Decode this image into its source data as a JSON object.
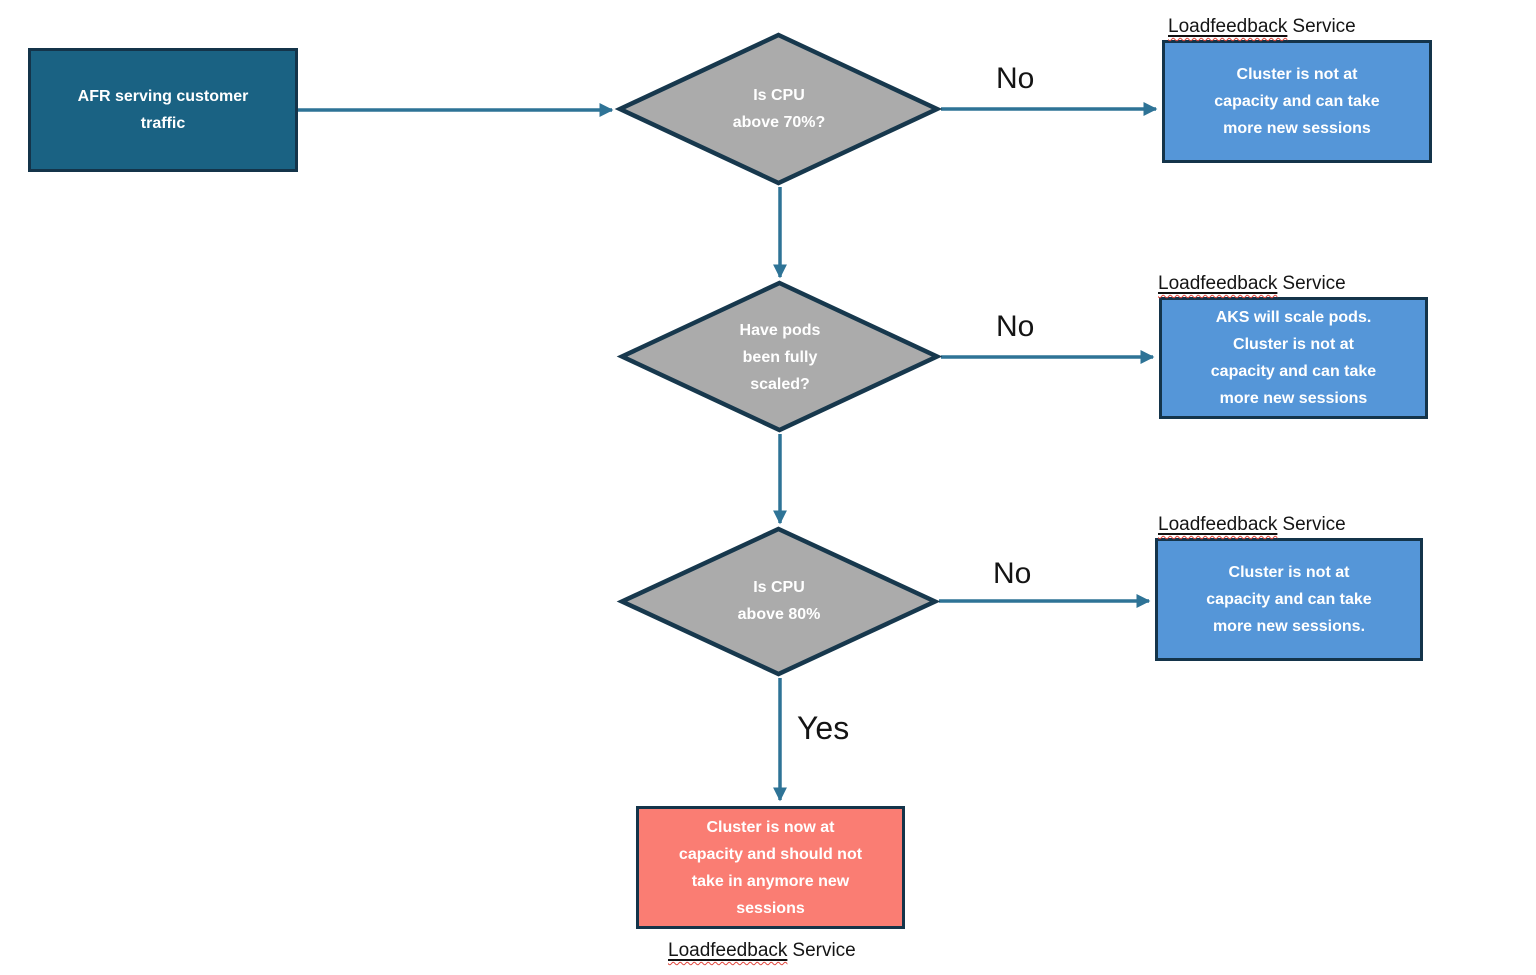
{
  "palette": {
    "arrow": "#2E7396",
    "node_border": "#14344A",
    "diamond_border": "#17384D",
    "start_fill": "#1A6283",
    "decision_fill": "#ABABAB",
    "outcome_fill": "#5596D8",
    "alert_fill": "#FA7D73",
    "node_text": "#FFFFFF",
    "label_text": "#141414",
    "spellcheck_underline": "#E0443A",
    "background": "#FFFFFF"
  },
  "nodes": {
    "start": {
      "text": "AFR serving customer\ntraffic"
    },
    "decision_cpu70": {
      "text": "Is CPU\nabove 70%?"
    },
    "decision_pods": {
      "text": "Have pods\nbeen fully\nscaled?"
    },
    "decision_cpu80": {
      "text": "Is CPU\nabove 80%"
    },
    "outcome_cpu70_no": {
      "text": "Cluster is not at\ncapacity and can take\nmore new sessions"
    },
    "outcome_pods_no": {
      "text": "AKS will scale pods.\nCluster is not at\ncapacity and can take\nmore new sessions"
    },
    "outcome_cpu80_no": {
      "text": "Cluster is not at\ncapacity and can take\nmore new sessions."
    },
    "outcome_cpu80_yes": {
      "text": "Cluster is now at\ncapacity and should not\ntake in anymore new\nsessions"
    }
  },
  "edge_labels": {
    "no1": "No",
    "no2": "No",
    "no3": "No",
    "yes": "Yes"
  },
  "service_label": {
    "misspelled_word": "Loadfeedback",
    "rest": "Service"
  }
}
